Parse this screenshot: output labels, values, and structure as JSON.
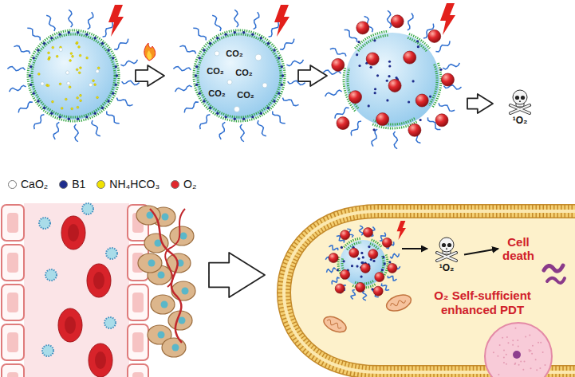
{
  "diagram": {
    "nodes": [
      {
        "text": [
          "CO₂",
          "CO₂",
          "CO₂",
          "CO₂",
          "CO₂"
        ]
      },
      {
        "text": [
          "¹O₂"
        ]
      },
      {
        "text": [
          "O₂ Self-sufficient enhanced PDT"
        ]
      },
      {
        "text": [
          "¹O₂"
        ],
        "in": 2
      },
      {
        "text": [
          "Cell death"
        ],
        "in": 2
      }
    ],
    "edges": [
      {
        "from": 3,
        "to": 4,
        "arrow": "to"
      }
    ],
    "legend": [
      {
        "text": "CaO₂",
        "color": "#ffffff"
      },
      {
        "text": "B1",
        "color": "#1f2d8c"
      },
      {
        "text": "NH₄HCO₃",
        "color": "#f0e200"
      },
      {
        "text": "O₂",
        "color": "#e0282d"
      }
    ]
  }
}
